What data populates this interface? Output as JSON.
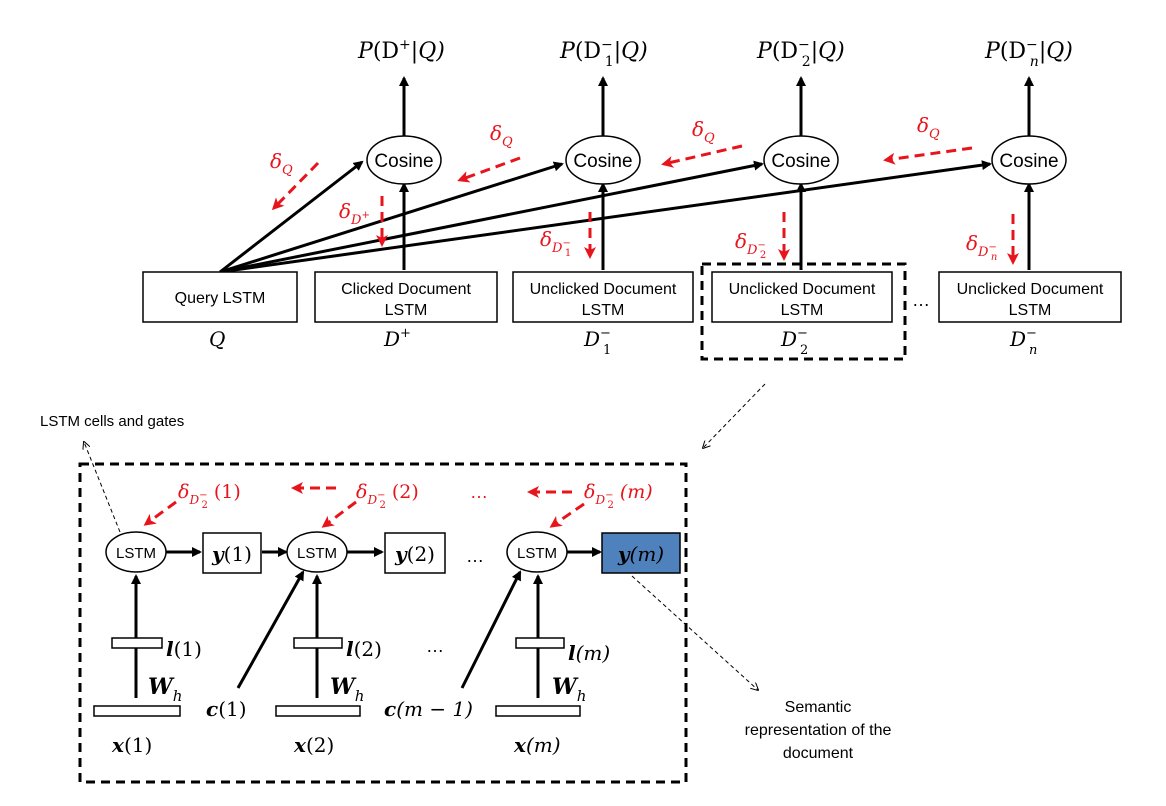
{
  "top": {
    "outputs": [
      {
        "p": "P",
        "open": "(D",
        "sup": "+",
        "sub": "",
        "close": "|Q)"
      },
      {
        "p": "P",
        "open": "(D",
        "sup": "−",
        "sub": "1",
        "close": "|Q)"
      },
      {
        "p": "P",
        "open": "(D",
        "sup": "−",
        "sub": "2",
        "close": "|Q)"
      },
      {
        "p": "P",
        "open": "(D",
        "sup": "−",
        "sub": "n",
        "close": "|Q)"
      }
    ],
    "cosine_label": "Cosine",
    "delta_symbol": "δ",
    "delta_q_sub": "Q",
    "doc_deltas": [
      {
        "sub": "D",
        "subsup": "+",
        "subsub": ""
      },
      {
        "sub": "D",
        "subsup": "−",
        "subsub": "1"
      },
      {
        "sub": "D",
        "subsup": "−",
        "subsub": "2"
      },
      {
        "sub": "D",
        "subsup": "−",
        "subsub": "n"
      }
    ],
    "query_box": "Query LSTM",
    "doc_boxes": [
      {
        "line1": "Clicked Document",
        "line2": "LSTM"
      },
      {
        "line1": "Unclicked Document",
        "line2": "LSTM"
      },
      {
        "line1": "Unclicked Document",
        "line2": "LSTM"
      },
      {
        "line1": "Unclicked Document",
        "line2": "LSTM"
      }
    ],
    "ellipsis": "…",
    "q_label": "Q",
    "doc_labels": [
      {
        "base": "D",
        "sup": "+",
        "sub": ""
      },
      {
        "base": "D",
        "sup": "−",
        "sub": "1"
      },
      {
        "base": "D",
        "sup": "−",
        "sub": "2"
      },
      {
        "base": "D",
        "sup": "−",
        "sub": "n"
      }
    ]
  },
  "bottom": {
    "cells_note": "LSTM cells and gates",
    "lstm_label": "LSTM",
    "step_deltas": [
      "(1)",
      "(2)",
      "(m)"
    ],
    "outputs": [
      "y",
      "(1)",
      "(2)",
      "(m)"
    ],
    "l_labels": [
      "(1)",
      "(2)",
      "(m)"
    ],
    "l_sym": "l",
    "w_sym": "W",
    "w_sub": "h",
    "x_sym": "x",
    "x_labels": [
      "(1)",
      "(2)",
      "(m)"
    ],
    "c_sym": "c",
    "c_labels": [
      "(1)",
      "(m − 1)"
    ],
    "ellipsis": "…",
    "semantic_note": [
      "Semantic",
      "representation of the",
      "document"
    ],
    "highlight_color": "#4f81bd"
  }
}
